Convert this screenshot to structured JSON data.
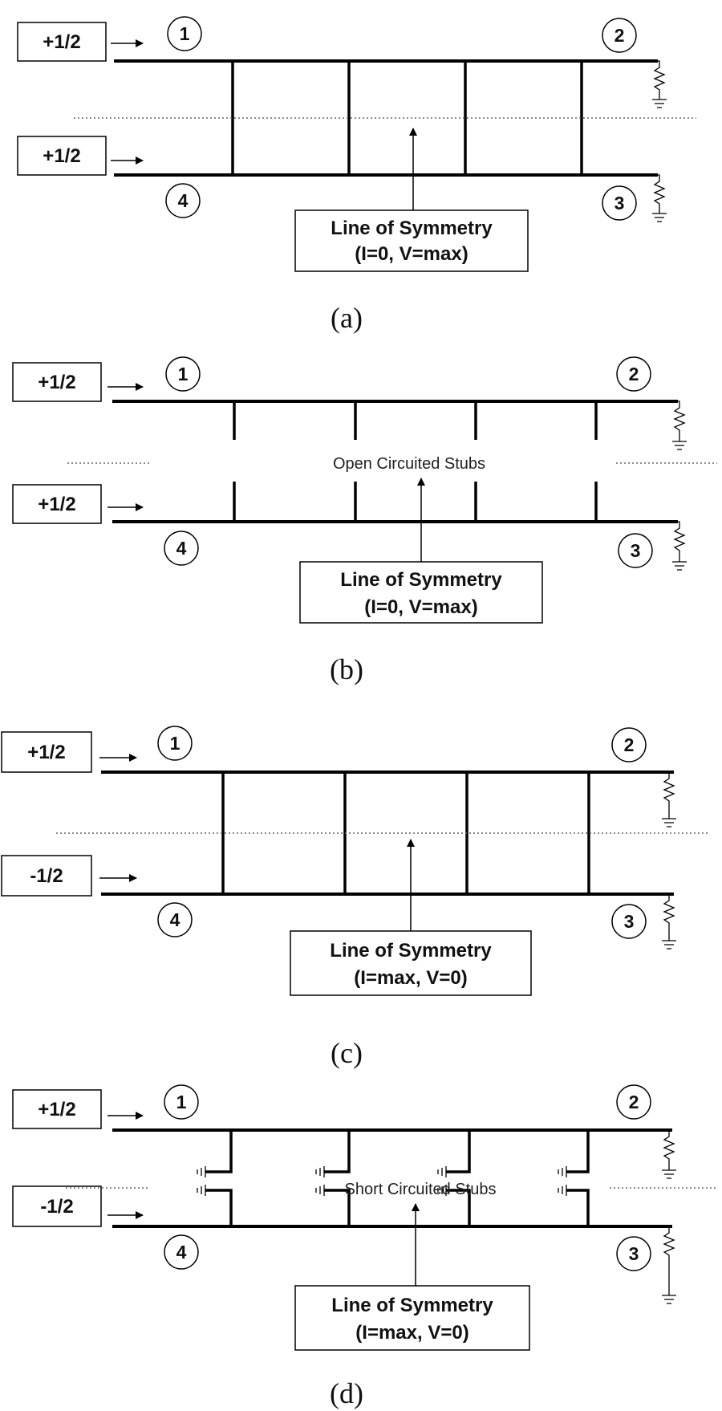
{
  "panels": [
    {
      "id": "a",
      "caption": "(a)",
      "input_top": "+1/2",
      "input_bottom": "+1/2",
      "ports": [
        "1",
        "2",
        "3",
        "4"
      ],
      "symmetry_title": "Line of Symmetry",
      "symmetry_condition": "(I=0, V=max)",
      "stub_label": ""
    },
    {
      "id": "b",
      "caption": "(b)",
      "input_top": "+1/2",
      "input_bottom": "+1/2",
      "ports": [
        "1",
        "2",
        "3",
        "4"
      ],
      "symmetry_title": "Line of Symmetry",
      "symmetry_condition": "(I=0, V=max)",
      "stub_label": "Open Circuited Stubs"
    },
    {
      "id": "c",
      "caption": "(c)",
      "input_top": "+1/2",
      "input_bottom": "-1/2",
      "ports": [
        "1",
        "2",
        "3",
        "4"
      ],
      "symmetry_title": "Line of Symmetry",
      "symmetry_condition": "(I=max, V=0)",
      "stub_label": ""
    },
    {
      "id": "d",
      "caption": "(d)",
      "input_top": "+1/2",
      "input_bottom": "-1/2",
      "ports": [
        "1",
        "2",
        "3",
        "4"
      ],
      "symmetry_title": "Line of Symmetry",
      "symmetry_condition": "(I=max, V=0)",
      "stub_label": "Short Circuited Stubs"
    }
  ]
}
